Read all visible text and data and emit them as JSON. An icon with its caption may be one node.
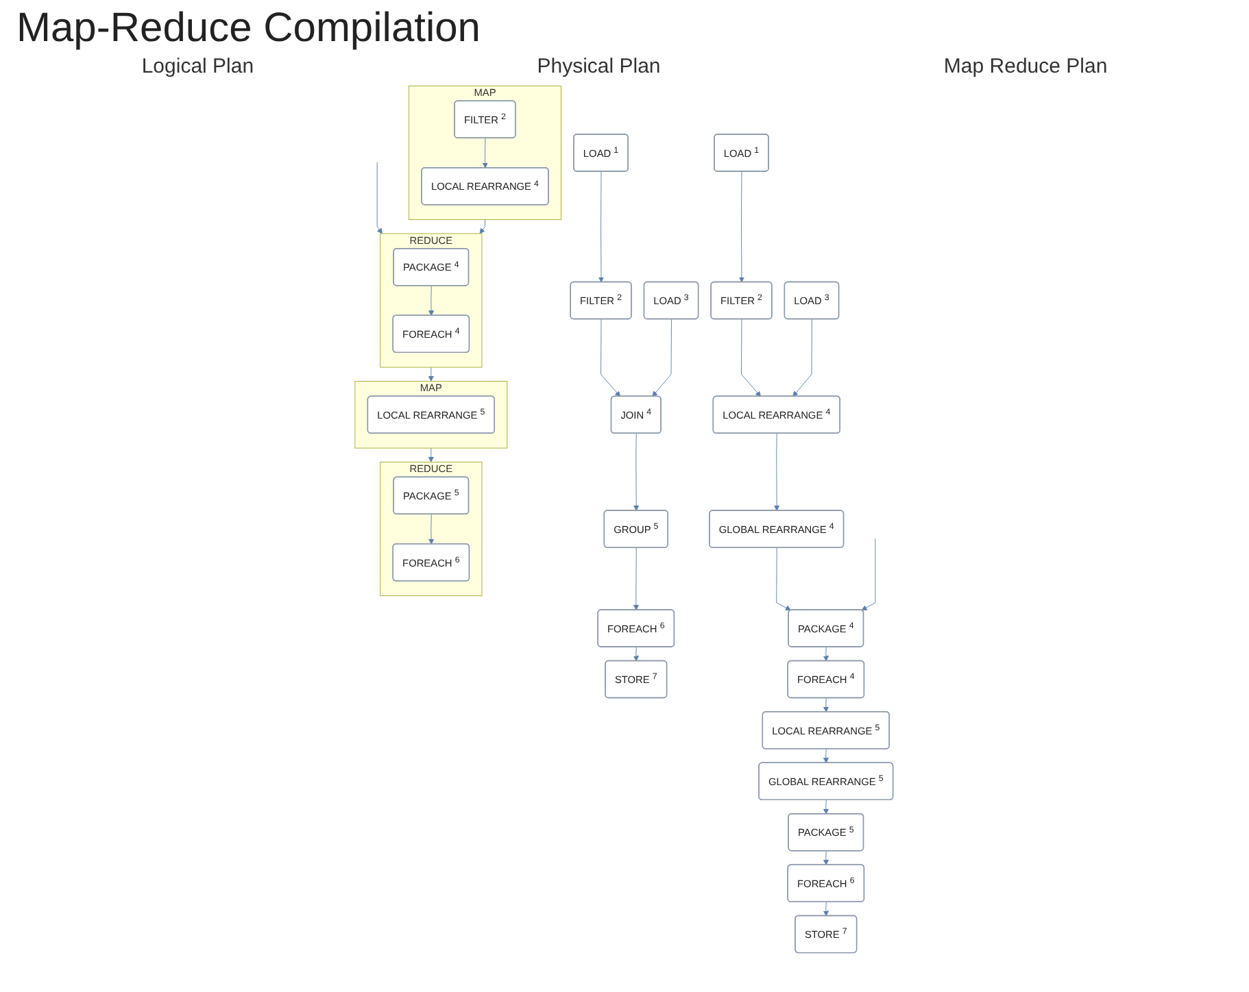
{
  "diagram": {
    "title": "Map-Reduce Compilation",
    "nodes": [
      {
        "text": [
          "LOAD $^{1}$"
        ]
      },
      {
        "text": [
          "FILTER $^{2}$"
        ]
      },
      {
        "text": [
          "LOAD $^{3}$"
        ]
      },
      {
        "text": [
          "JOIN $^{4}$"
        ]
      },
      {
        "text": [
          "GROUP $^{5}$"
        ]
      },
      {
        "text": [
          "FOREACH $^{6}$"
        ]
      },
      {
        "text": [
          "STORE $^{7}$"
        ]
      },
      {
        "text": [
          "LOAD $^{1}$"
        ]
      },
      {
        "text": [
          "FILTER $^{2}$"
        ]
      },
      {
        "text": [
          "LOAD $^{3}$"
        ]
      },
      {
        "text": [
          "LOCAL REARRANGE $^{4}$"
        ]
      },
      {
        "text": [
          "GLOBAL REARRANGE $^{4}$"
        ]
      },
      {
        "text": [
          "PACKAGE $^{4}$"
        ]
      },
      {
        "text": [
          "FOREACH $^{4}$"
        ]
      },
      {
        "text": [
          "LOCAL REARRANGE $^{5}$"
        ]
      },
      {
        "text": [
          "GLOBAL REARRANGE $^{5}$"
        ]
      },
      {
        "text": [
          "PACKAGE $^{5}$"
        ]
      },
      {
        "text": [
          "FOREACH $^{6}$"
        ]
      },
      {
        "text": [
          "STORE $^{7}$"
        ]
      },
      {
        "text": [
          "MAP"
        ]
      },
      {
        "text": [
          "FILTER $^{2}$"
        ],
        "in": 19
      },
      {
        "text": [
          "LOCAL REARRANGE $^{4}$"
        ],
        "in": 19
      },
      {
        "text": [
          "REDUCE"
        ]
      },
      {
        "text": [
          "PACKAGE $^{4}$"
        ],
        "in": 22
      },
      {
        "text": [
          "FOREACH $^{4}$"
        ],
        "in": 22
      },
      {
        "text": [
          "MAP"
        ]
      },
      {
        "text": [
          "LOCAL REARRANGE $^{5}$"
        ],
        "in": 25
      },
      {
        "text": [
          "REDUCE"
        ]
      },
      {
        "text": [
          "PACKAGE $^{5}$"
        ],
        "in": 27
      },
      {
        "text": [
          "FOREACH $^{6}$"
        ],
        "in": 27
      }
    ],
    "edges": [
      {
        "from": 0,
        "to": 1,
        "arrow": "to"
      },
      {
        "from": 1,
        "to": 3,
        "arrow": "to"
      },
      {
        "from": 2,
        "to": 3,
        "arrow": "to"
      },
      {
        "from": 3,
        "to": 4,
        "arrow": "to"
      },
      {
        "from": 4,
        "to": 5,
        "arrow": "to"
      },
      {
        "from": 5,
        "to": 6,
        "arrow": "to"
      },
      {
        "from": 7,
        "to": 8,
        "arrow": "to"
      },
      {
        "from": 8,
        "to": 10,
        "arrow": "to"
      },
      {
        "from": 9,
        "to": 10,
        "arrow": "to"
      },
      {
        "from": 10,
        "to": 11,
        "arrow": "to"
      },
      {
        "from": 11,
        "to": 12,
        "arrow": "to"
      },
      {
        "from": 12,
        "to": 13,
        "arrow": "to"
      },
      {
        "from": 13,
        "to": 14,
        "arrow": "to"
      },
      {
        "from": 14,
        "to": 15,
        "arrow": "to"
      },
      {
        "from": 15,
        "to": 16,
        "arrow": "to"
      },
      {
        "from": 16,
        "to": 17,
        "arrow": "to"
      },
      {
        "from": 17,
        "to": 18,
        "arrow": "to"
      },
      {
        "from": null,
        "to": 12,
        "arrow": "to"
      },
      {
        "from": null,
        "to": 22,
        "arrow": "to"
      },
      {
        "from": 20,
        "to": 21,
        "arrow": "to"
      },
      {
        "from": 19,
        "to": 22,
        "arrow": "to"
      },
      {
        "from": 23,
        "to": 24,
        "arrow": "to"
      },
      {
        "from": 22,
        "to": 25,
        "arrow": "to"
      },
      {
        "from": 25,
        "to": 27,
        "arrow": "to"
      },
      {
        "from": 28,
        "to": 29,
        "arrow": "to"
      }
    ],
    "labels": [
      "Logical Plan",
      "Physical Plan",
      "Map Reduce Plan"
    ]
  }
}
